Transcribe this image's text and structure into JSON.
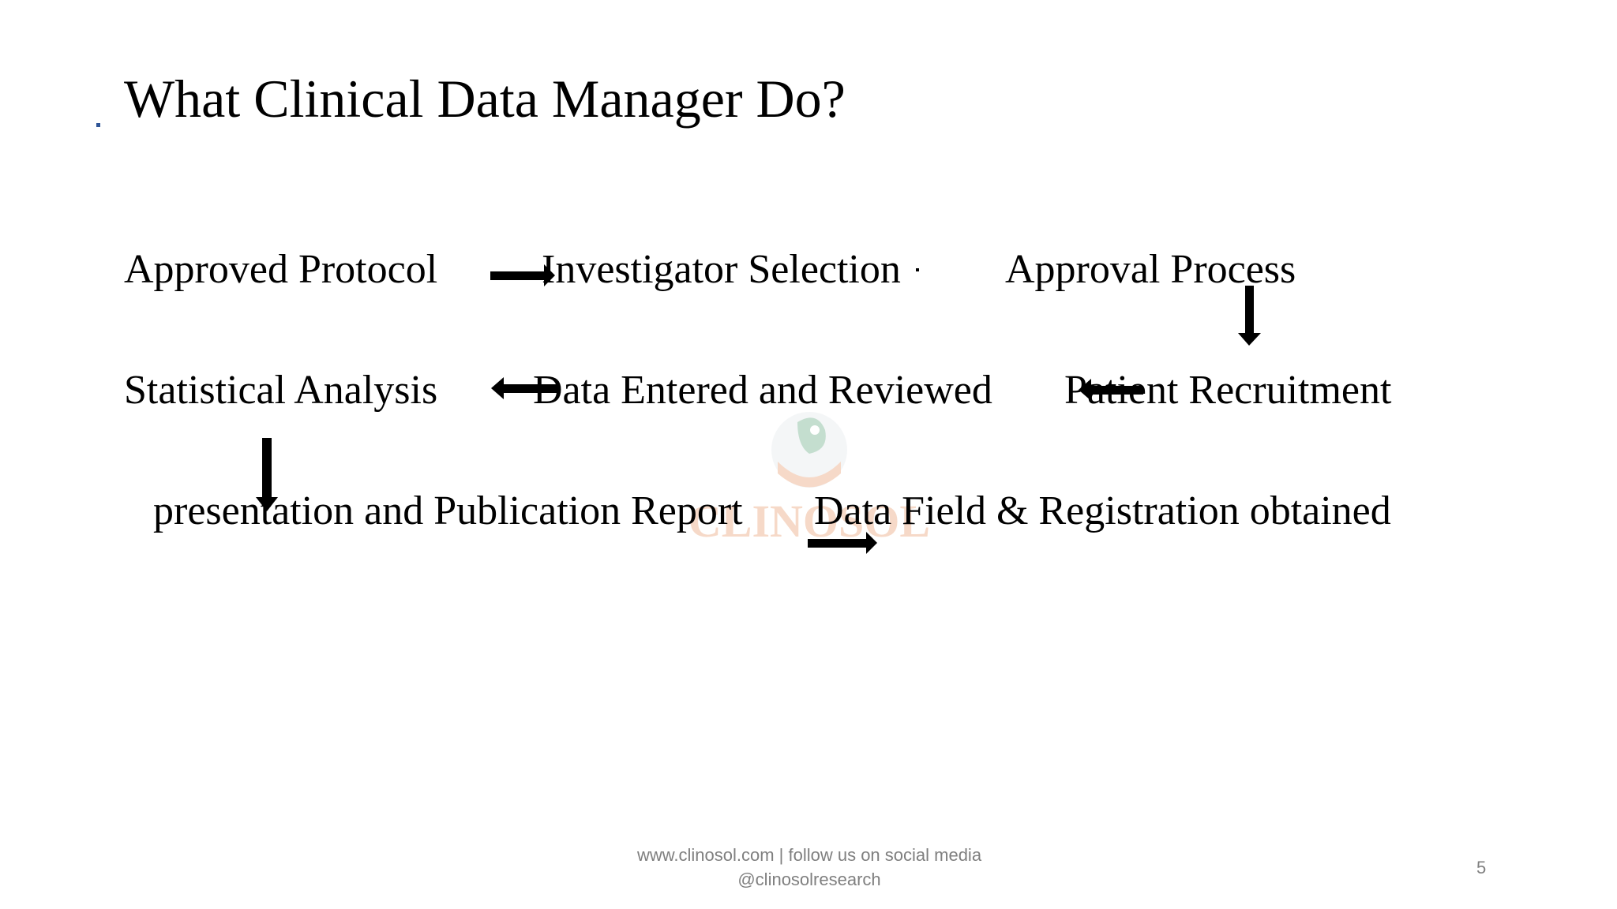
{
  "slide": {
    "title": "What Clinical Data Manager Do?",
    "page_number": "5"
  },
  "flow": {
    "approved_protocol": "Approved Protocol",
    "investigator_selection": "Investigator Selection",
    "approval_process": "Approval Process",
    "statistical_analysis": "Statistical Analysis",
    "data_entered_reviewed": "Data Entered and Reviewed",
    "patient_recruitment": "Patient Recruitment",
    "presentation_publication": "presentation and Publication Report",
    "data_field_registration": "Data Field & Registration obtained"
  },
  "footer": {
    "line1": "www.clinosol.com | follow us on social media",
    "line2": "@clinosolresearch"
  },
  "watermark": {
    "text": "CLINOSOL"
  },
  "colors": {
    "text": "#000000",
    "footer_text": "#7f7f7f",
    "accent_dot": "#2f5597",
    "logo_green": "#2e8b57",
    "logo_orange": "#e07a3c"
  }
}
